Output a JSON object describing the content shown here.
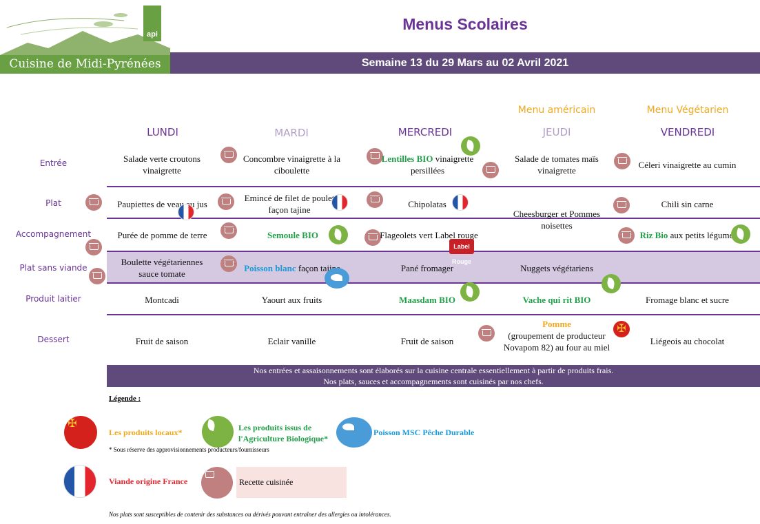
{
  "header": {
    "brand": "Cuisine de Midi-Pyrénées",
    "logo_badge": "api",
    "title": "Menus Scolaires",
    "week": "Semaine 13 du 29 Mars au 02 Avril 2021"
  },
  "themes": {
    "thursday": "Menu américain",
    "friday": "Menu Végétarien"
  },
  "days": [
    "LUNDI",
    "MARDI",
    "MERCREDI",
    "JEUDI",
    "VENDREDI"
  ],
  "rows": {
    "entree": "Entrée",
    "plat": "Plat",
    "accompagnement": "Accompagnement",
    "plat_sans_viande": "Plat sans viande",
    "produit_laitier": "Produit laitier",
    "dessert": "Dessert"
  },
  "menu": {
    "entree": {
      "lundi": "Salade verte croutons vinaigrette",
      "mardi": "Concombre vinaigrette à la ciboulette",
      "mercredi_bio": "Lentilles BIO",
      "mercredi_rest": " vinaigrette persillées",
      "jeudi": "Salade de tomates maïs vinaigrette",
      "vendredi": "Céleri vinaigrette au cumin"
    },
    "plat": {
      "lundi": "Paupiettes de veau au jus",
      "mardi": "Emincé de filet de poulet façon tajine",
      "mercredi": "Chipolatas",
      "jeudi": "Cheesburger et Pommes noisettes",
      "vendredi": "Chili sin carne"
    },
    "accompagnement": {
      "lundi": "Purée de pomme de terre",
      "mardi": "Semoule BIO",
      "mercredi": "Flageolets vert Label rouge",
      "vendredi_bio": "Riz Bio",
      "vendredi_rest": " aux petits légumes"
    },
    "plat_sans_viande": {
      "lundi": "Boulette végétariennes sauce tomate",
      "mardi_msc": "Poisson blanc",
      "mardi_rest": " façon tajine",
      "mercredi": "Pané fromager",
      "jeudi": "Nuggets végétariens"
    },
    "produit_laitier": {
      "lundi": "Montcadi",
      "mardi": "Yaourt aux fruits",
      "mercredi": "Maasdam BIO",
      "jeudi": "Vache qui rit BIO",
      "vendredi": "Fromage blanc et sucre"
    },
    "dessert": {
      "lundi": "Fruit de saison",
      "mardi": "Eclair vanille",
      "mercredi": "Fruit de saison",
      "jeudi_local": "Pomme",
      "jeudi_rest": "(groupement de producteur Novapom 82)  au four au miel",
      "vendredi": "Liégeois au chocolat"
    }
  },
  "label_rouge": "Label Rouge",
  "footer": {
    "line1": "Nos entrées et assaisonnements sont élaborés sur la cuisine centrale essentiellement à partir de produits frais.",
    "line2": "Nos plats, sauces et accompagnements sont cuisinés par nos chefs."
  },
  "legend": {
    "title": "Légende :",
    "local": "Les produits locaux*",
    "bio": "Les produits issus de l'Agriculture Biologique*",
    "msc": "Poisson MSC Pêche Durable",
    "note": "* Sous réserve des approvisionnements producteurs/fournisseurs",
    "france": "Viande origine France",
    "recette": "Recette cuisinée",
    "allergy": "Nos plats sont susceptibles de contenir des substances ou dérivés pouvant entraîner des allergies ou intolérances."
  },
  "colors": {
    "purple": "#6a3497",
    "bar": "#5f4a7b",
    "green": "#22a04a",
    "orange": "#f0a81f",
    "blue": "#1c9ad6",
    "band": "#d4c9e1"
  }
}
